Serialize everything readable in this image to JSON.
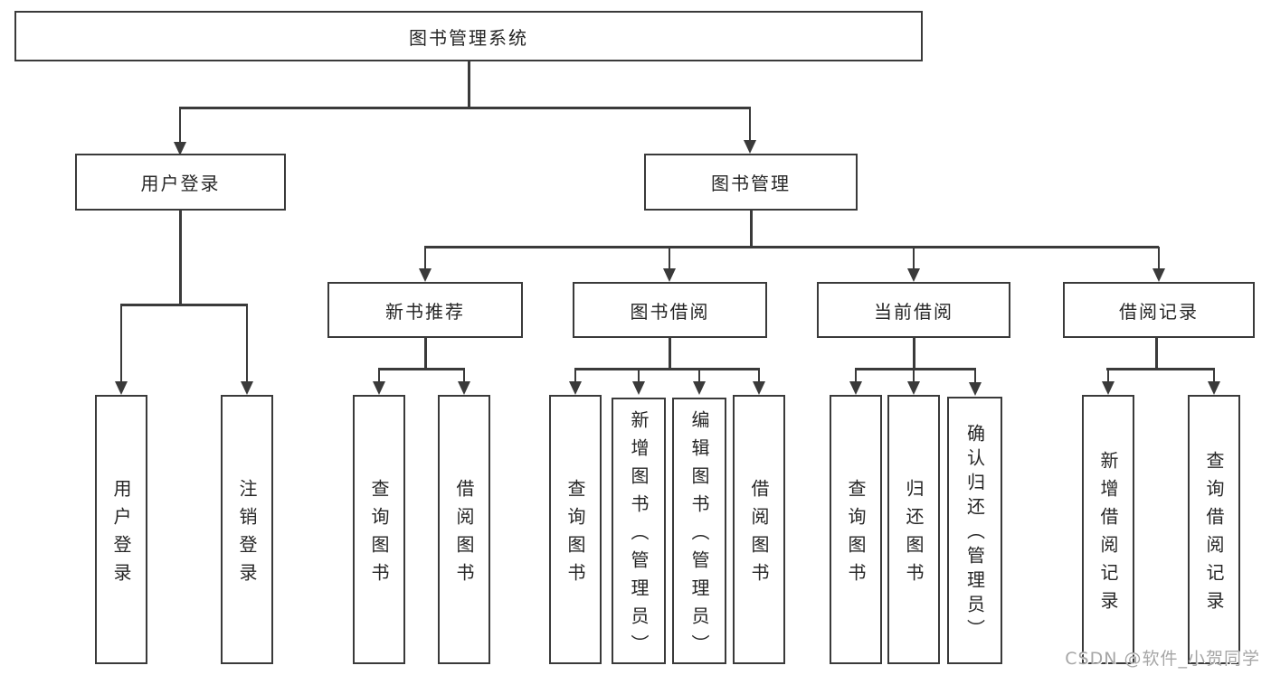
{
  "colors": {
    "line": "#3a3a3a",
    "text": "#262626",
    "watermark": "#a6a6a6",
    "background": "#ffffff"
  },
  "nodes": {
    "root": "图书管理系统",
    "user_login": {
      "label": "用户登录",
      "children": [
        "用户登录",
        "注销登录"
      ]
    },
    "book_mgmt": {
      "label": "图书管理",
      "sections": [
        {
          "label": "新书推荐",
          "children": [
            "查询图书",
            "借阅图书"
          ]
        },
        {
          "label": "图书借阅",
          "children": [
            "查询图书",
            "新增图书（管理员）",
            "编辑图书（管理员）",
            "借阅图书"
          ]
        },
        {
          "label": "当前借阅",
          "children": [
            "查询图书",
            "归还图书",
            "确认归还（管理员）"
          ]
        },
        {
          "label": "借阅记录",
          "children": [
            "新增借阅记录",
            "查询借阅记录"
          ]
        }
      ]
    }
  },
  "watermark": {
    "text": "CSDN @软件_小贺同学"
  }
}
